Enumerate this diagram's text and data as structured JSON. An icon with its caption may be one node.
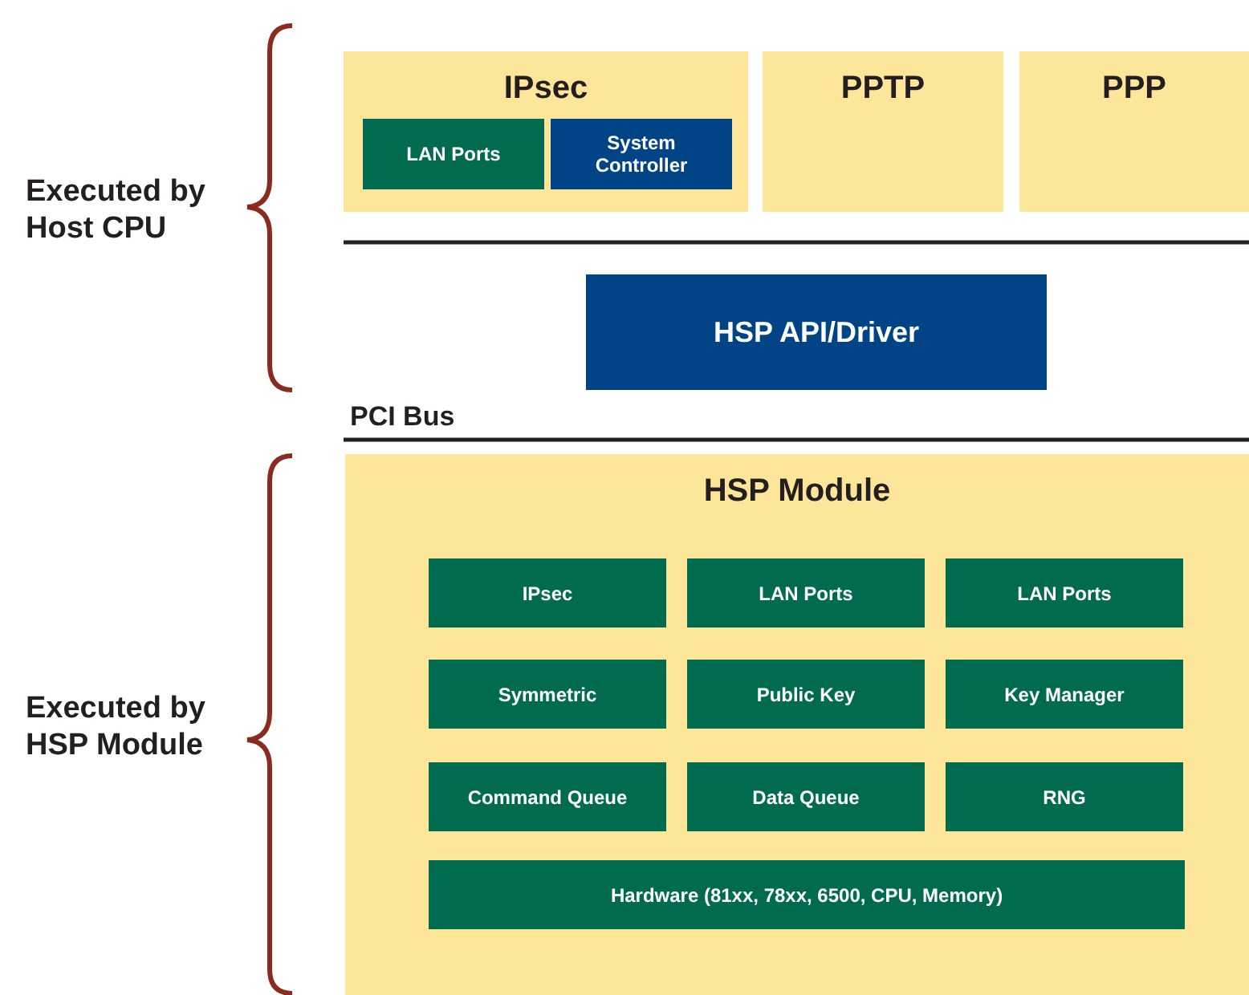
{
  "diagram": {
    "nodes": [
      {
        "text": [
          "IPsec"
        ]
      },
      {
        "text": [
          "LAN Ports"
        ],
        "in": 0
      },
      {
        "text": [
          "System Controller"
        ],
        "in": 0
      },
      {
        "text": [
          "PPTP"
        ]
      },
      {
        "text": [
          "PPP"
        ]
      },
      {
        "text": [
          "HSP API/Driver"
        ]
      },
      {
        "text": [
          "HSP Module"
        ]
      },
      {
        "text": [
          "IPsec"
        ],
        "in": 6
      },
      {
        "text": [
          "LAN Ports"
        ],
        "in": 6
      },
      {
        "text": [
          "LAN Ports"
        ],
        "in": 6
      },
      {
        "text": [
          "Symmetric"
        ],
        "in": 6
      },
      {
        "text": [
          "Public Key"
        ],
        "in": 6
      },
      {
        "text": [
          "Key Manager"
        ],
        "in": 6
      },
      {
        "text": [
          "Command Queue"
        ],
        "in": 6
      },
      {
        "text": [
          "Data Queue"
        ],
        "in": 6
      },
      {
        "text": [
          "RNG"
        ],
        "in": 6
      },
      {
        "text": [
          "Hardware (81xx, 78xx, 6500, CPU, Memory)"
        ],
        "in": 6
      }
    ],
    "edges": [],
    "labels": [
      "Executed by Host CPU",
      "PCI Bus",
      "Executed by HSP Module"
    ]
  }
}
